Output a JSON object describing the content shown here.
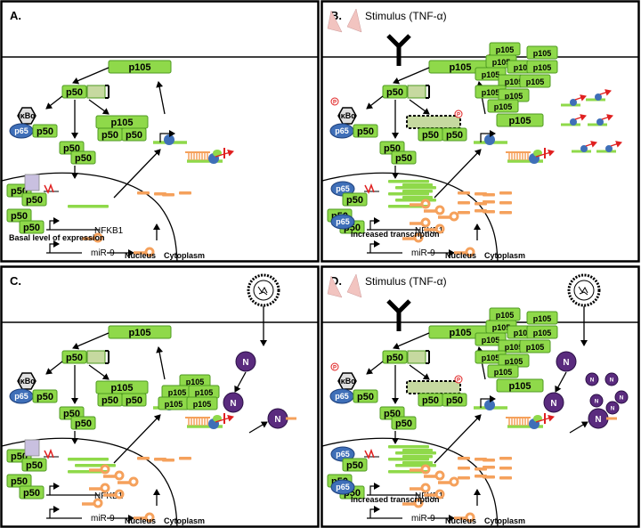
{
  "panels": [
    {
      "id": "A",
      "label": "A.",
      "stimulus": false,
      "virus": false
    },
    {
      "id": "B",
      "label": "B.",
      "stimulus": true,
      "virus": false
    },
    {
      "id": "C",
      "label": "C.",
      "stimulus": false,
      "virus": true
    },
    {
      "id": "D",
      "label": "D.",
      "stimulus": true,
      "virus": true
    }
  ],
  "labels": {
    "stimulus": "Stimulus (TNF-α)",
    "p105": "p105",
    "p50": "p50",
    "p65": "p65",
    "ikba": "IκBα",
    "p": "P",
    "n": "N",
    "nfkb1": "NFKB1",
    "mir9": "miR-9",
    "nucleus": "Nucleus",
    "cytoplasm": "Cytoplasm",
    "basal": "Basal level of expression",
    "increased": "Increased transcription"
  },
  "colors": {
    "green": "#8fd94a",
    "darkgreen": "#4f9a22",
    "olive": "#c6d9a0",
    "blue": "#3f6fb8",
    "orange": "#f5a15c",
    "purple": "#5a2b7e",
    "pink": "#f2c4c0",
    "red": "#e02020",
    "lavender": "#c9c0e0"
  }
}
